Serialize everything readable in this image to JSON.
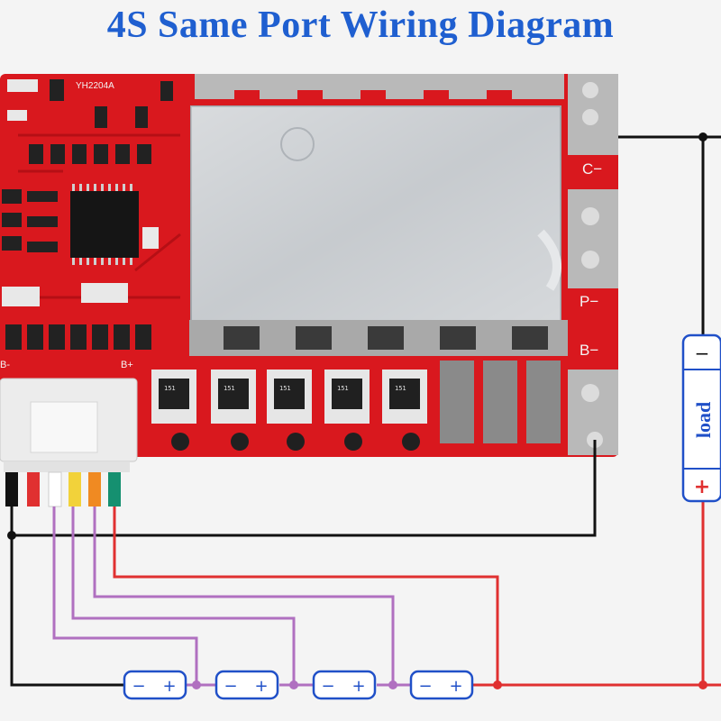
{
  "title": "4S Same Port Wiring Diagram",
  "board": {
    "model": "YH2204A",
    "port_c": "C−",
    "port_p": "P−",
    "port_b": "B−",
    "b_plus": "B+",
    "b_minus_left": "B-",
    "mosfet_marking": "151"
  },
  "load": {
    "label": "load",
    "minus": "−",
    "plus": "+"
  },
  "cells": [
    {
      "minus": "−",
      "plus": "+"
    },
    {
      "minus": "−",
      "plus": "+"
    },
    {
      "minus": "−",
      "plus": "+"
    },
    {
      "minus": "−",
      "plus": "+"
    }
  ],
  "wire_colors": {
    "black": "#111111",
    "red": "#e03030",
    "balance": "#b070c0",
    "pcb": "#d9181e",
    "title": "#1f5fd0",
    "cell_border": "#2050c8"
  },
  "connector_wires": [
    "black",
    "red",
    "white",
    "yellow",
    "orange",
    "green"
  ]
}
